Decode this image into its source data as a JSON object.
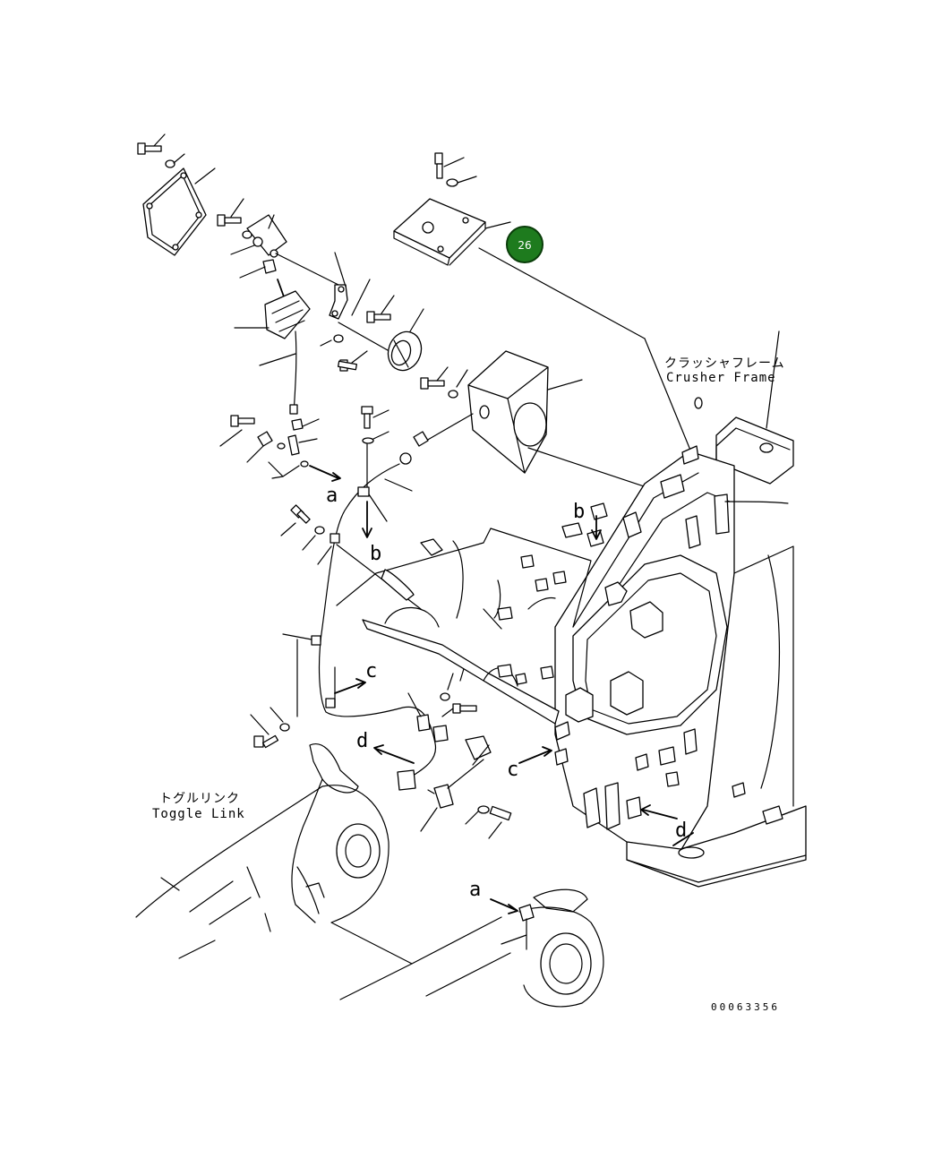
{
  "labels": {
    "crusher_frame_jp": "クラッシャフレーム",
    "crusher_frame_en": "Crusher Frame",
    "toggle_link_jp": "トグルリンク",
    "toggle_link_en": "Toggle Link"
  },
  "callouts": [
    {
      "id": "26",
      "label": "26",
      "color": "#1e7b1e"
    }
  ],
  "view_refs": {
    "a_upper": "a",
    "a_lower": "a",
    "b_left": "b",
    "b_right": "b",
    "c_left": "c",
    "c_right": "c",
    "d_left": "d",
    "d_right": "d"
  },
  "drawing_number": "00063356"
}
